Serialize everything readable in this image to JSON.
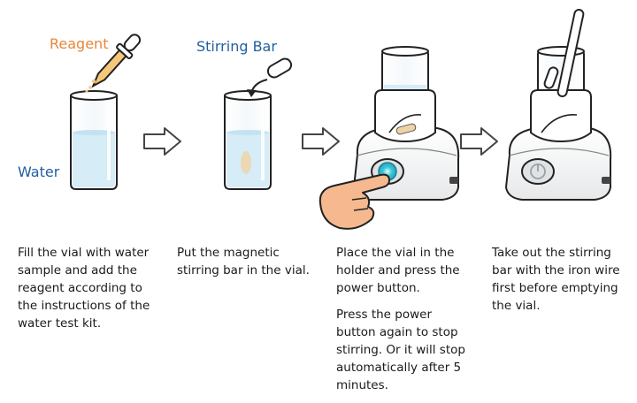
{
  "labels": {
    "reagent": "Reagent",
    "water": "Water",
    "stirring_bar": "Stirring Bar"
  },
  "steps": [
    {
      "paragraphs": [
        "Fill the vial with water sample and add the reagent according to the instructions of the water test kit."
      ]
    },
    {
      "paragraphs": [
        "Put the magnetic stirring bar in the vial."
      ]
    },
    {
      "paragraphs": [
        "Place the vial in the holder and press the power button.",
        "Press the power button again to stop stirring. Or it will stop automatically after 5 minutes."
      ]
    },
    {
      "paragraphs": [
        "Take out the stirring bar with the iron wire first before emptying the vial."
      ]
    }
  ],
  "icons": [
    "dropper-icon",
    "vial-icon",
    "stirring-bar-icon",
    "arrow-right-icon",
    "stirrer-device-icon",
    "hand-pointer-icon",
    "power-button-icon",
    "iron-wire-icon"
  ],
  "colors": {
    "reagent": "#e8863a",
    "water": "#1f5fa0",
    "stirring_bar": "#1f5fa0",
    "liquid": "#d6ecf7",
    "power_glow": "#38c8d8",
    "hand": "#f6b98f"
  }
}
